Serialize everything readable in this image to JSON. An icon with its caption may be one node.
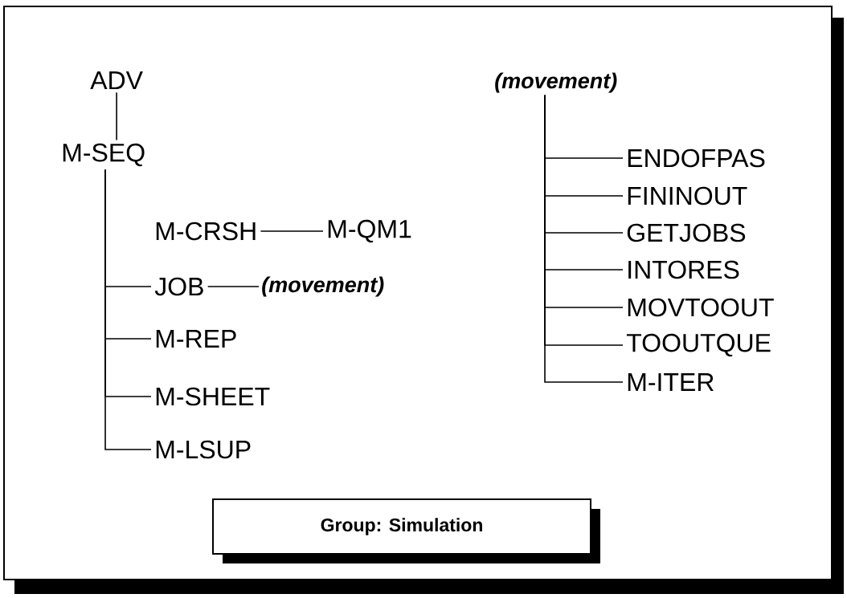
{
  "diagram": {
    "nodes": [
      {
        "text": [
          "ADV"
        ]
      },
      {
        "text": [
          "M-SEQ"
        ]
      },
      {
        "text": [
          "M-CRSH"
        ]
      },
      {
        "text": [
          "M-QM1"
        ]
      },
      {
        "text": [
          "JOB"
        ]
      },
      {
        "text": [
          "(movement)"
        ]
      },
      {
        "text": [
          "M-REP"
        ]
      },
      {
        "text": [
          "M-SHEET"
        ]
      },
      {
        "text": [
          "M-LSUP"
        ]
      },
      {
        "text": [
          "(movement)"
        ]
      },
      {
        "text": [
          "ENDOFPAS"
        ]
      },
      {
        "text": [
          "FININOUT"
        ]
      },
      {
        "text": [
          "GETJOBS"
        ]
      },
      {
        "text": [
          "INTORES"
        ]
      },
      {
        "text": [
          "MOVTOOUT"
        ]
      },
      {
        "text": [
          "TOOUTQUE"
        ]
      },
      {
        "text": [
          "M-ITER"
        ]
      },
      {
        "text": [
          "Group: Simulation"
        ]
      }
    ],
    "edges": [
      {
        "from": 0,
        "to": 1,
        "arrow": "none"
      },
      {
        "from": 2,
        "to": 3,
        "arrow": "none"
      },
      {
        "from": 1,
        "to": 4,
        "arrow": "none"
      },
      {
        "from": 4,
        "to": 5,
        "arrow": "none"
      },
      {
        "from": 1,
        "to": 6,
        "arrow": "none"
      },
      {
        "from": 1,
        "to": 7,
        "arrow": "none"
      },
      {
        "from": 1,
        "to": 8,
        "arrow": "none"
      },
      {
        "from": 9,
        "to": 10,
        "arrow": "none"
      },
      {
        "from": 9,
        "to": 11,
        "arrow": "none"
      },
      {
        "from": 9,
        "to": 12,
        "arrow": "none"
      },
      {
        "from": 9,
        "to": 13,
        "arrow": "none"
      },
      {
        "from": 9,
        "to": 14,
        "arrow": "none"
      },
      {
        "from": 9,
        "to": 15,
        "arrow": "none"
      },
      {
        "from": 9,
        "to": 16,
        "arrow": "none"
      }
    ]
  }
}
